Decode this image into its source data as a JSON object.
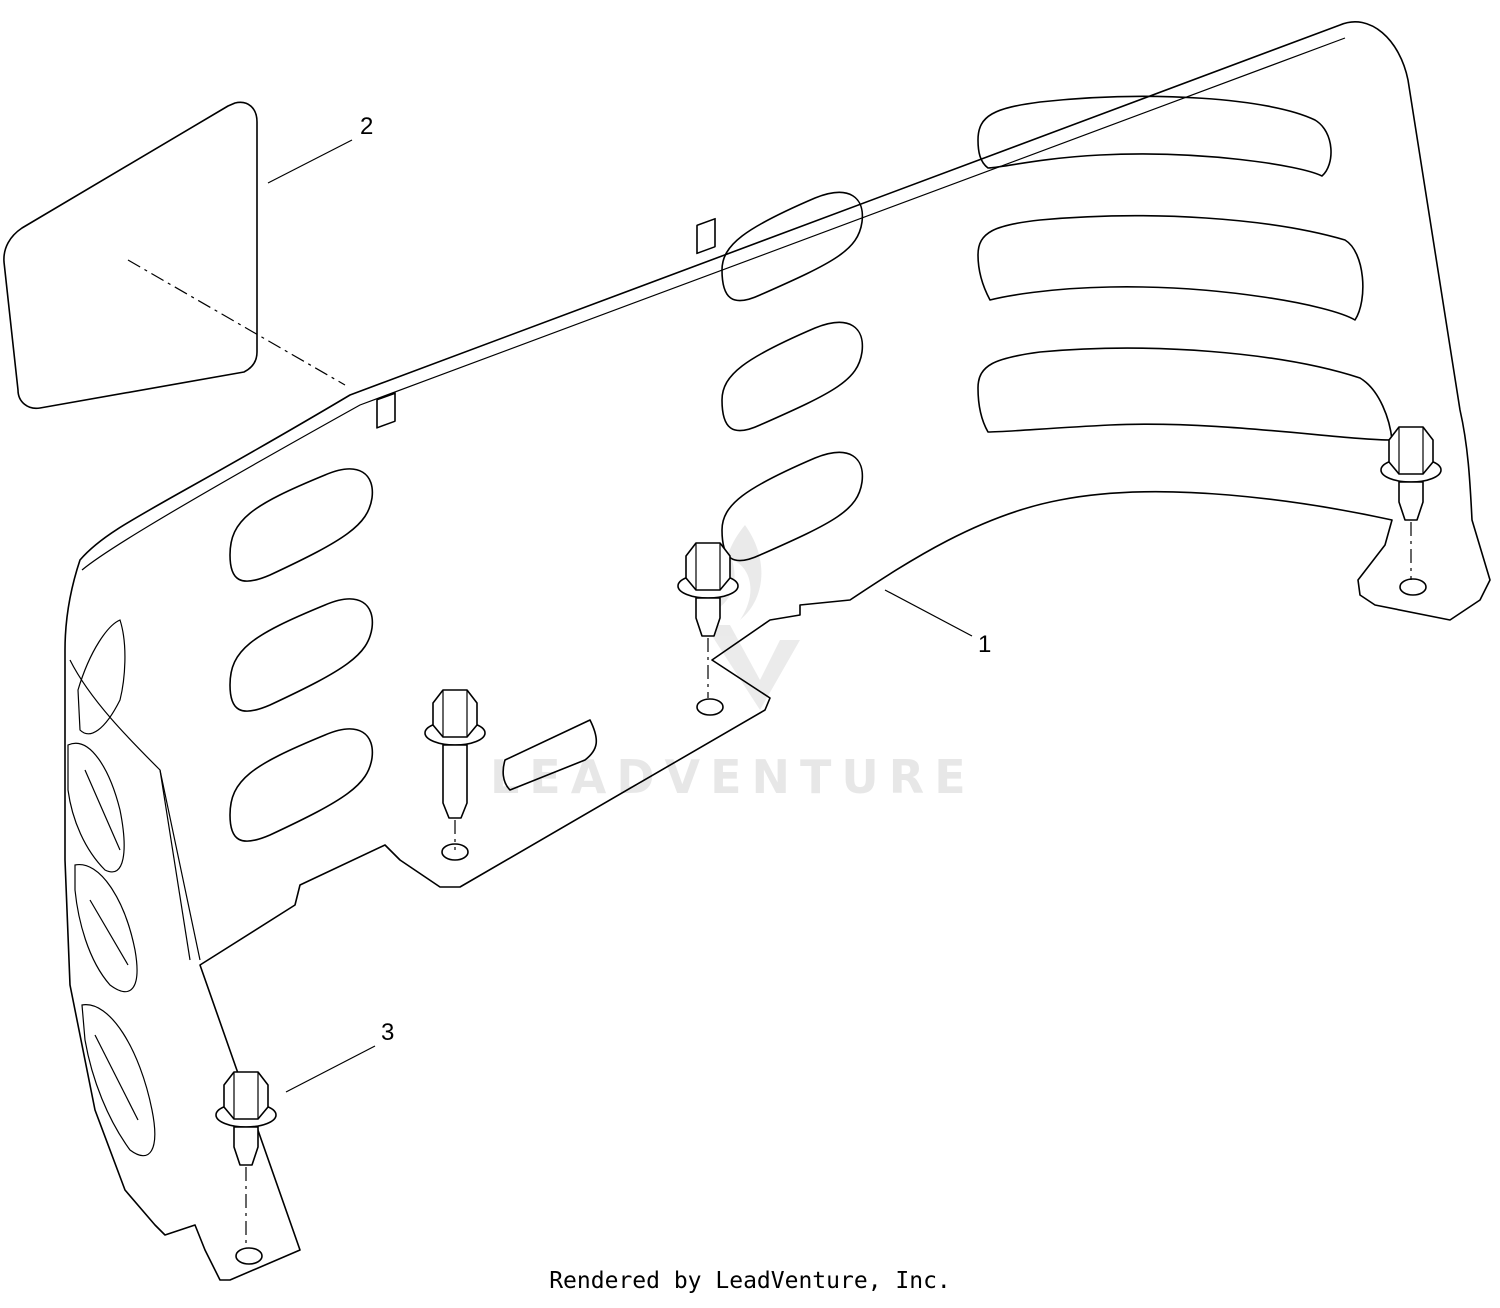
{
  "diagram": {
    "callouts": [
      {
        "id": "part-1",
        "label": "1"
      },
      {
        "id": "part-2",
        "label": "2"
      },
      {
        "id": "part-3",
        "label": "3"
      }
    ],
    "watermark": "LEADVENTURE",
    "footer": "Rendered by LeadVenture, Inc."
  }
}
